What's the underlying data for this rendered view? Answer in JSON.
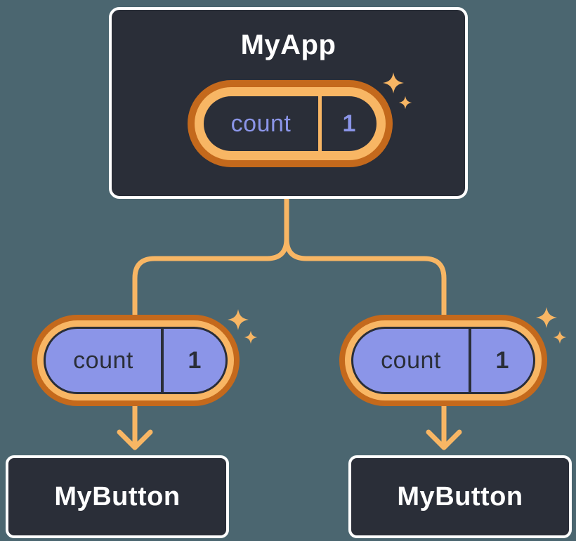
{
  "colors": {
    "background": "#4B6670",
    "card": "#2A2E38",
    "card_border": "#FFFFFF",
    "text_light": "#FFFFFF",
    "periwinkle": "#8B95E8",
    "text_dark": "#2A2E38",
    "orange_light": "#F8B664",
    "orange_dark": "#C4691C"
  },
  "icons": {
    "sparkle": "✦",
    "arrow_down": "↓"
  },
  "diagram": {
    "root": {
      "label": "MyApp",
      "state": {
        "key": "count",
        "value": "1"
      }
    },
    "children": [
      {
        "label": "MyButton",
        "state": {
          "key": "count",
          "value": "1"
        }
      },
      {
        "label": "MyButton",
        "state": {
          "key": "count",
          "value": "1"
        }
      }
    ]
  }
}
